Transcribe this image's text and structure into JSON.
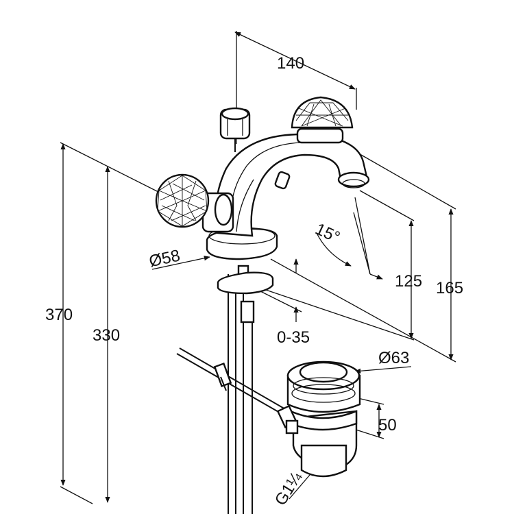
{
  "dimensions": {
    "width_140": "140",
    "height_370": "370",
    "height_330": "330",
    "height_165": "165",
    "height_125": "125",
    "angle_15": "15°",
    "dia_58": "Ø58",
    "range_0_35": "0-35",
    "dia_63": "Ø63",
    "height_50": "50",
    "thread_g": "G1¼"
  },
  "colors": {
    "line": "#111111",
    "background": "#ffffff"
  }
}
